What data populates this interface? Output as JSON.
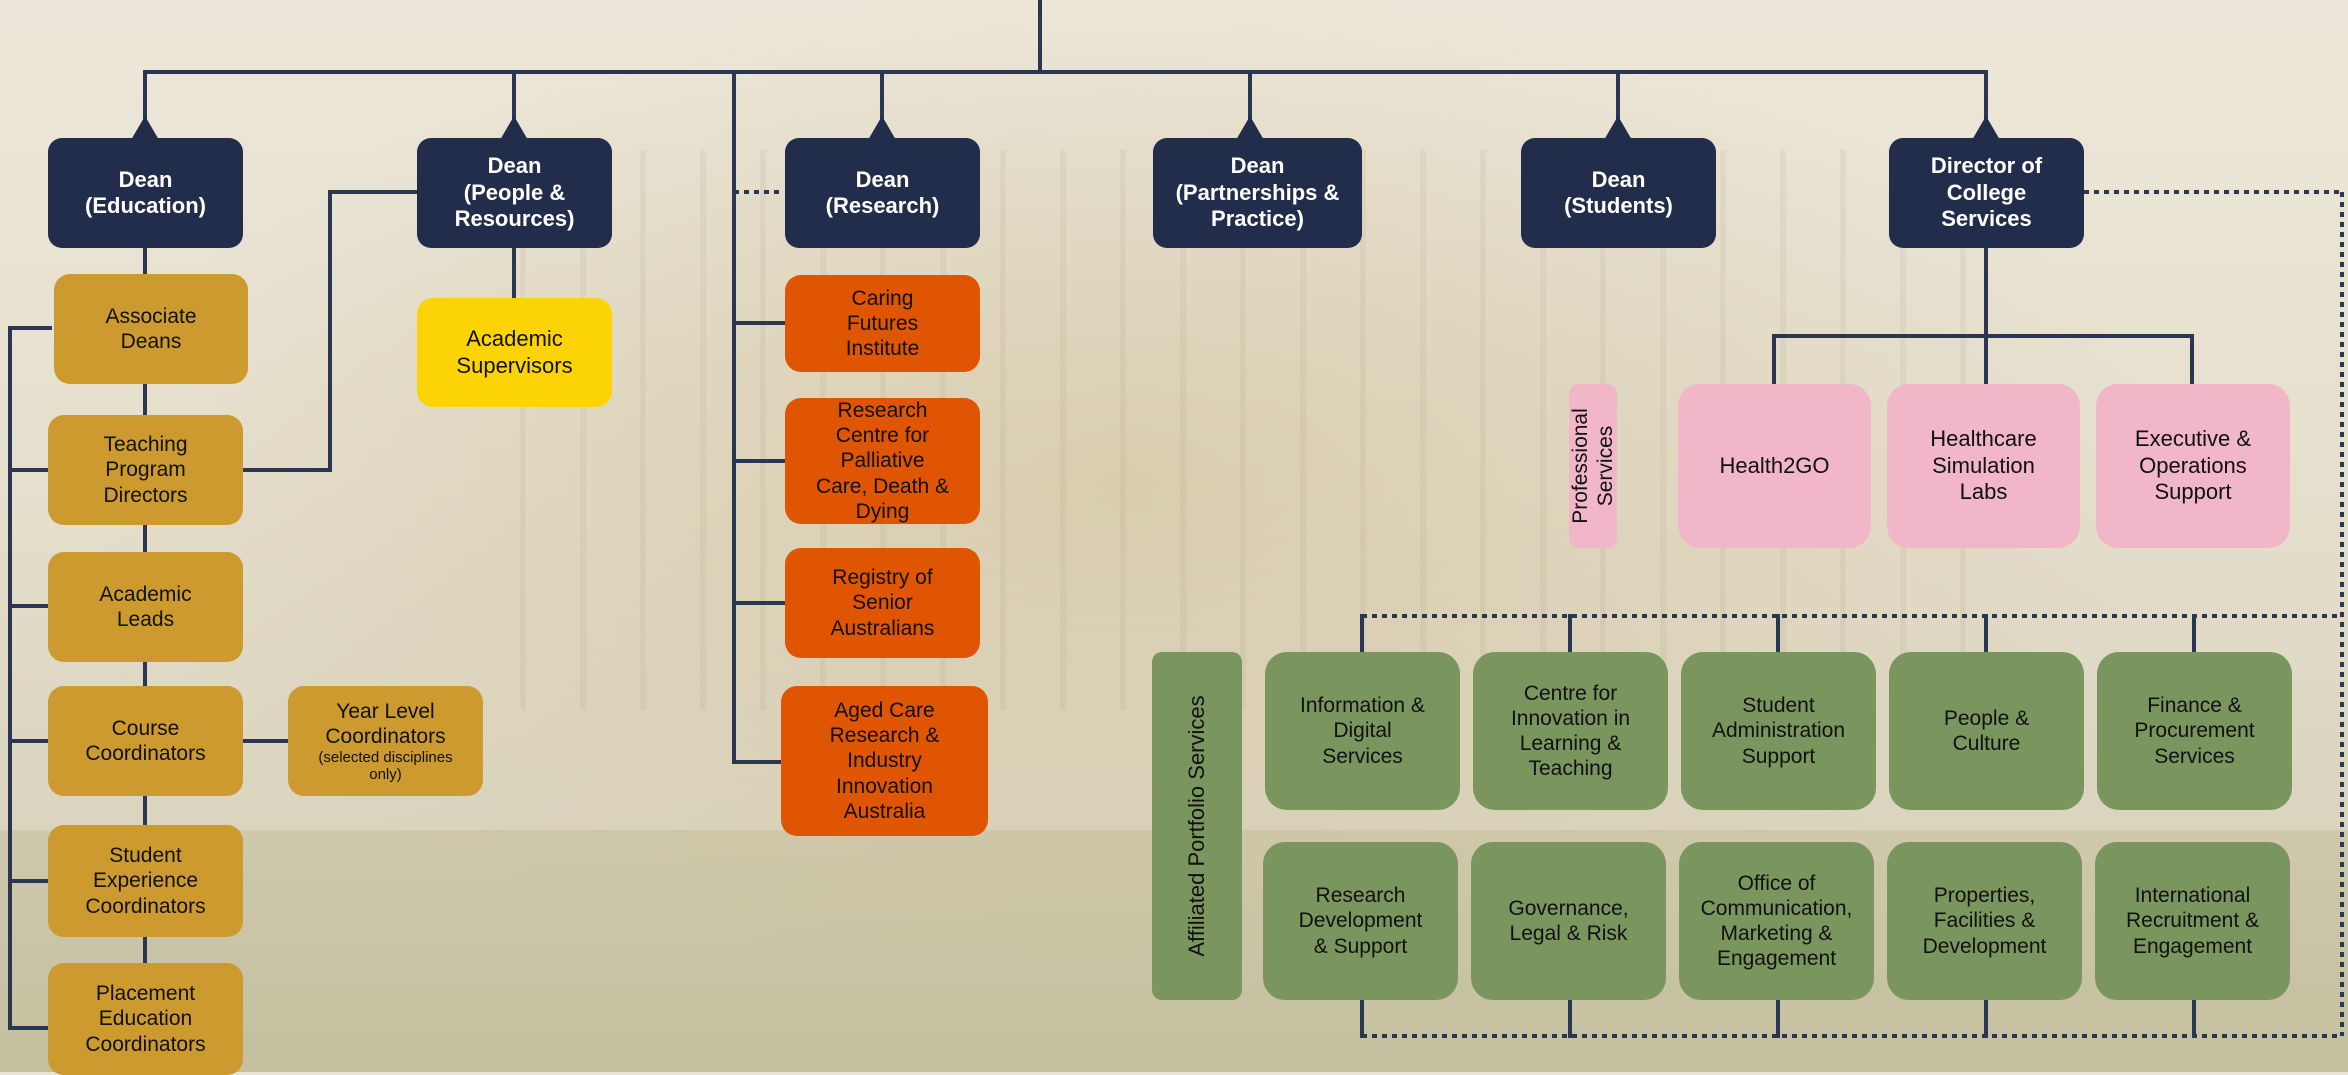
{
  "colors": {
    "line": "#2b3752",
    "dean_box": "#212d4a",
    "education_units": "#cc9a2e",
    "people_units": "#fcd406",
    "research_units": "#e05502",
    "professional_services": "#f1b6c8",
    "affiliated_portfolio_services": "#7a955d"
  },
  "deans": {
    "education": "Dean\n(Education)",
    "people": "Dean\n(People &\nResources)",
    "research": "Dean\n(Research)",
    "partnerships": "Dean\n(Partnerships &\nPractice)",
    "students": "Dean\n(Students)",
    "college_services": "Director of\nCollege\nServices"
  },
  "education_units": {
    "associate_deans": "Associate\nDeans",
    "teaching_program_directors": "Teaching\nProgram\nDirectors",
    "academic_leads": "Academic\nLeads",
    "course_coordinators": "Course\nCoordinators",
    "year_level_coordinators": "Year Level\nCoordinators",
    "year_level_note": "(selected disciplines\nonly)",
    "student_experience_coordinators": "Student\nExperience\nCoordinators",
    "placement_education_coordinators": "Placement\nEducation\nCoordinators"
  },
  "people_units": {
    "academic_supervisors": "Academic\nSupervisors"
  },
  "research_units": {
    "caring_futures": "Caring\nFutures\nInstitute",
    "palliative_care": "Research\nCentre for\nPalliative\nCare, Death &\nDying",
    "registry": "Registry of\nSenior\nAustralians",
    "aged_care": "Aged Care\nResearch &\nIndustry\nInnovation\nAustralia"
  },
  "professional_services": {
    "label": "Professional\nServices",
    "health2go": "Health2GO",
    "simulation_labs": "Healthcare\nSimulation\nLabs",
    "executive_ops": "Executive &\nOperations\nSupport"
  },
  "affiliated_portfolio_services": {
    "label": "Affiliated Portfolio Services",
    "row1": [
      "Information &\nDigital\nServices",
      "Centre for\nInnovation in\nLearning &\nTeaching",
      "Student\nAdministration\nSupport",
      "People &\nCulture",
      "Finance &\nProcurement\nServices"
    ],
    "row2": [
      "Research\nDevelopment\n& Support",
      "Governance,\nLegal & Risk",
      "Office of\nCommunication,\nMarketing &\nEngagement",
      "Properties,\nFacilities &\nDevelopment",
      "International\nRecruitment &\nEngagement"
    ]
  }
}
